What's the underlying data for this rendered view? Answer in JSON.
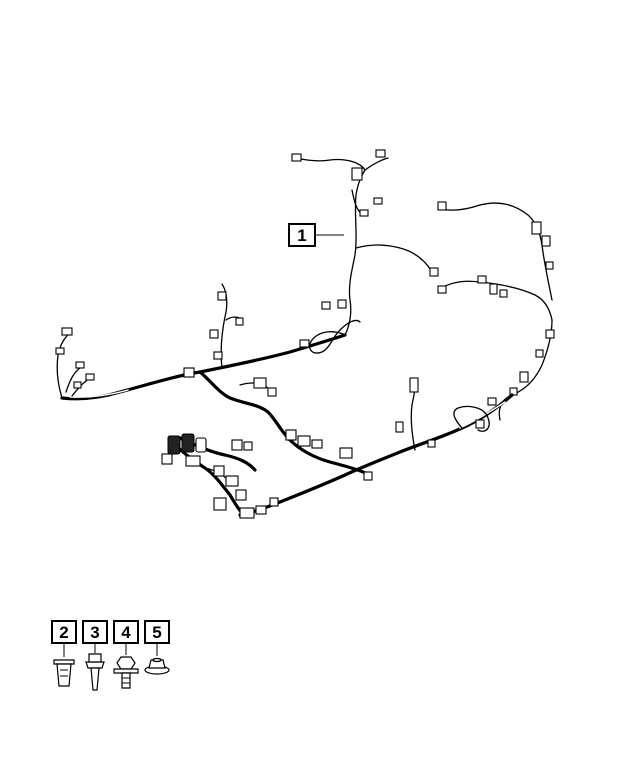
{
  "diagram": {
    "colors": {
      "line": "#000000",
      "background": "#ffffff"
    },
    "callouts": [
      {
        "id": "callout-1",
        "label": "1"
      },
      {
        "id": "callout-2",
        "label": "2"
      },
      {
        "id": "callout-3",
        "label": "3"
      },
      {
        "id": "callout-4",
        "label": "4"
      },
      {
        "id": "callout-5",
        "label": "5"
      }
    ]
  }
}
